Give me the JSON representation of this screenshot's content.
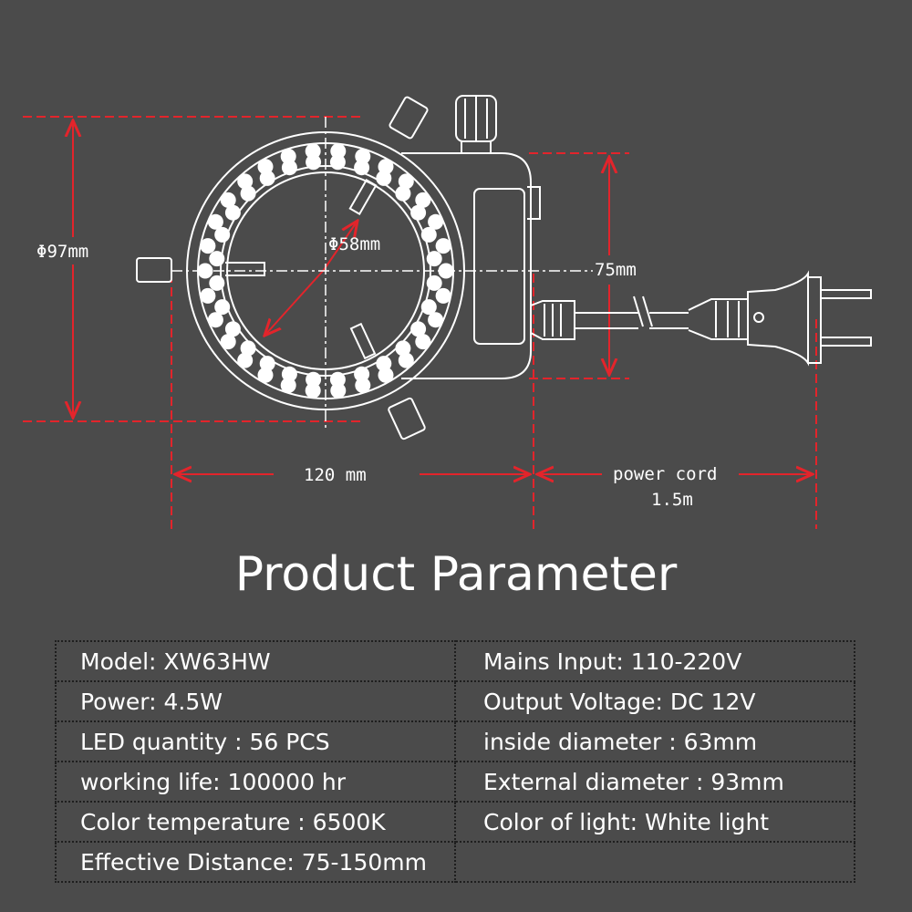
{
  "dimensions": {
    "outer_diameter": "Φ97mm",
    "inner_diameter": "Φ58mm",
    "height": "75mm",
    "width": "120 mm",
    "cord_label": "power cord",
    "cord_length": "1.5m"
  },
  "title": "Product Parameter",
  "params": [
    {
      "left": "Model:  XW63HW",
      "right": "Mains Input:  110-220V"
    },
    {
      "left": "Power:  4.5W",
      "right": "Output Voltage:  DC 12V"
    },
    {
      "left": "LED quantity :  56 PCS",
      "right": "inside diameter :  63mm"
    },
    {
      "left": "working life:  100000 hr",
      "right": "External diameter :  93mm"
    },
    {
      "left": "Color temperature :  6500K",
      "right": "Color of light:  White light"
    },
    {
      "left": "Effective Distance:  75-150mm",
      "right": ""
    }
  ],
  "colors": {
    "background": "#4b4b4b",
    "dimension_line": "#e3242b",
    "drawing_line": "#ffffff"
  }
}
